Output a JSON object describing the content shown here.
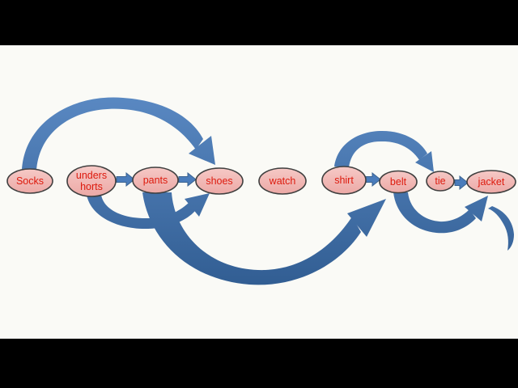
{
  "diagram": {
    "title_hint": "",
    "nodes": {
      "socks": {
        "label": "Socks"
      },
      "undershorts": {
        "label_line1": "unders",
        "label_line2": "horts"
      },
      "pants": {
        "label": "pants"
      },
      "shoes": {
        "label": "shoes"
      },
      "watch": {
        "label": "watch"
      },
      "shirt": {
        "label": "shirt"
      },
      "belt": {
        "label": "belt"
      },
      "tie": {
        "label": "tie"
      },
      "jacket": {
        "label": "jacket"
      }
    },
    "edges": [
      {
        "from": "socks",
        "to": "shoes",
        "style": "curved-arc-above"
      },
      {
        "from": "undershorts",
        "to": "pants",
        "style": "straight-arrow"
      },
      {
        "from": "undershorts",
        "to": "shoes",
        "style": "curved-arc-below"
      },
      {
        "from": "pants",
        "to": "shoes",
        "style": "straight-arrow"
      },
      {
        "from": "pants",
        "to": "belt",
        "style": "curved-arc-below-long"
      },
      {
        "from": "shirt",
        "to": "belt",
        "style": "straight-arrow"
      },
      {
        "from": "shirt",
        "to": "tie",
        "style": "curved-arc-above"
      },
      {
        "from": "belt",
        "to": "jacket",
        "style": "curved-arc-below"
      },
      {
        "from": "tie",
        "to": "jacket",
        "style": "straight-arrow"
      }
    ],
    "isolated_nodes": [
      "watch"
    ],
    "colors": {
      "letterbox": "#000000",
      "slide_background": "#fafaf6",
      "node_fill": "#f0b4b1",
      "node_border": "#3f3f3f",
      "node_text": "#dd1a0d",
      "arrow_blue": "#4678b4",
      "arrow_blue_light": "#5b8ac4",
      "arrow_blue_dark": "#315d92"
    }
  }
}
